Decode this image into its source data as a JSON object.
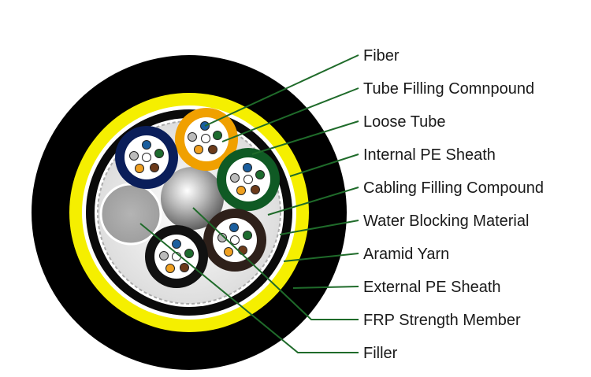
{
  "labels": [
    "Fiber",
    "Tube Filling Comnpound",
    "Loose Tube",
    "Internal PE Sheath",
    "Cabling Filling Compound",
    "Water Blocking Material",
    "Aramid Yarn",
    "External PE Sheath",
    "FRP Strength Member",
    "Filler"
  ],
  "colors": {
    "outer_sheath": "#000000",
    "aramid_yarn": "#f5ef00",
    "leader_line": "#1f6b2a",
    "tube_orange": "#f0a000",
    "tube_green": "#0f5a24",
    "tube_brown": "#2e201a",
    "tube_black": "#111111",
    "tube_navy": "#0a1e5a",
    "filler": "#a8a8a8",
    "fiber_blue": "#1a5e9e",
    "fiber_green": "#1d6b2e",
    "fiber_orange": "#f0a020",
    "fiber_brown": "#6b3a1a",
    "fiber_grey": "#bbbbbb",
    "fiber_white": "#ffffff"
  }
}
